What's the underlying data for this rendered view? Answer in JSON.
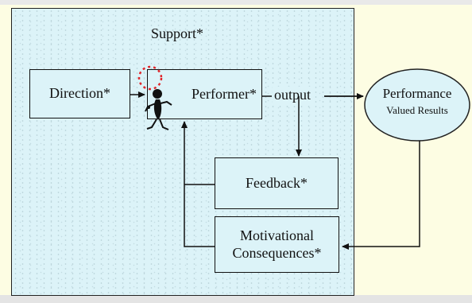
{
  "diagram": {
    "support_label": "Support*",
    "direction_label": "Direction*",
    "performer_label": "Performer*",
    "output_label": "output",
    "feedback_label": "Feedback*",
    "motivational_line1": "Motivational",
    "motivational_line2": "Consequences*",
    "performance_title": "Performance",
    "performance_subtitle": "Valued Results"
  },
  "colors": {
    "panel_fill": "#dcf3f8",
    "ellipse_fill": "#dcf3f8",
    "page_bg": "#fdfde3",
    "figure_accent": "#e0262b"
  }
}
